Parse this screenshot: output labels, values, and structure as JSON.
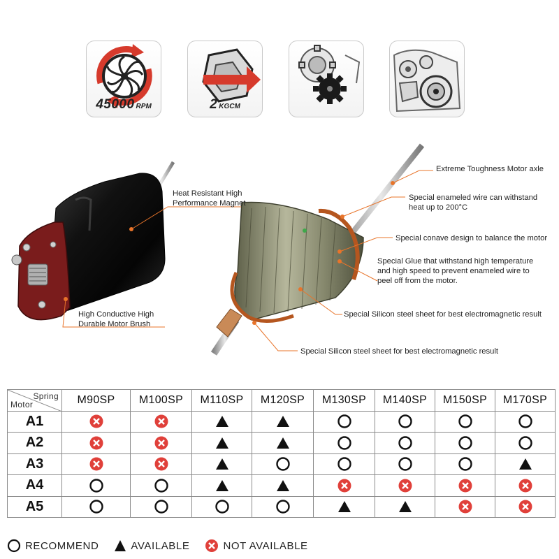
{
  "icons": [
    {
      "name": "rpm-fan-icon",
      "value": "45000",
      "unit": "RPM"
    },
    {
      "name": "torque-arrow-icon",
      "value": "2",
      "unit": "KGCM"
    },
    {
      "name": "pinion-gear-icon"
    },
    {
      "name": "gearbox-icon"
    }
  ],
  "callouts": {
    "magnet": [
      "Heat Resistant High",
      "Performance Magnet"
    ],
    "brush": [
      "High Conductive High",
      "Durable Motor Brush"
    ],
    "axle": [
      "Extreme Toughness Motor axle"
    ],
    "wire": [
      "Special enameled wire can withstand",
      "heat up to 200°C"
    ],
    "concave": [
      "Special conave design to balance the motor"
    ],
    "glue": [
      "Special Glue that withstand high temperature",
      "and high speed to prevent enameled wire to",
      "peel off from the motor."
    ],
    "steel1": [
      "Special Silicon steel sheet for best electromagnetic result"
    ],
    "steel2": [
      "Special Silicon steel sheet for best electromagnetic result"
    ]
  },
  "table": {
    "corner_col_label": "Spring",
    "corner_row_label": "Motor",
    "columns": [
      "M90SP",
      "M100SP",
      "M110SP",
      "M120SP",
      "M130SP",
      "M140SP",
      "M150SP",
      "M170SP"
    ],
    "rows": [
      {
        "motor": "A1",
        "cells": [
          "x",
          "x",
          "t",
          "t",
          "o",
          "o",
          "o",
          "o"
        ]
      },
      {
        "motor": "A2",
        "cells": [
          "x",
          "x",
          "t",
          "t",
          "o",
          "o",
          "o",
          "o"
        ]
      },
      {
        "motor": "A3",
        "cells": [
          "x",
          "x",
          "t",
          "o",
          "o",
          "o",
          "o",
          "t"
        ]
      },
      {
        "motor": "A4",
        "cells": [
          "o",
          "o",
          "t",
          "t",
          "x",
          "x",
          "x",
          "x"
        ]
      },
      {
        "motor": "A5",
        "cells": [
          "o",
          "o",
          "o",
          "o",
          "t",
          "t",
          "x",
          "x"
        ]
      }
    ]
  },
  "legend": {
    "recommend": "RECOMMEND",
    "available": "AVAILABLE",
    "not_available": "NOT AVAILABLE"
  },
  "colors": {
    "not_available_red": "#e0403a",
    "symbol_black": "#111111",
    "motor_red": "#7a1c1c",
    "leader_orange": "#e8742a"
  }
}
